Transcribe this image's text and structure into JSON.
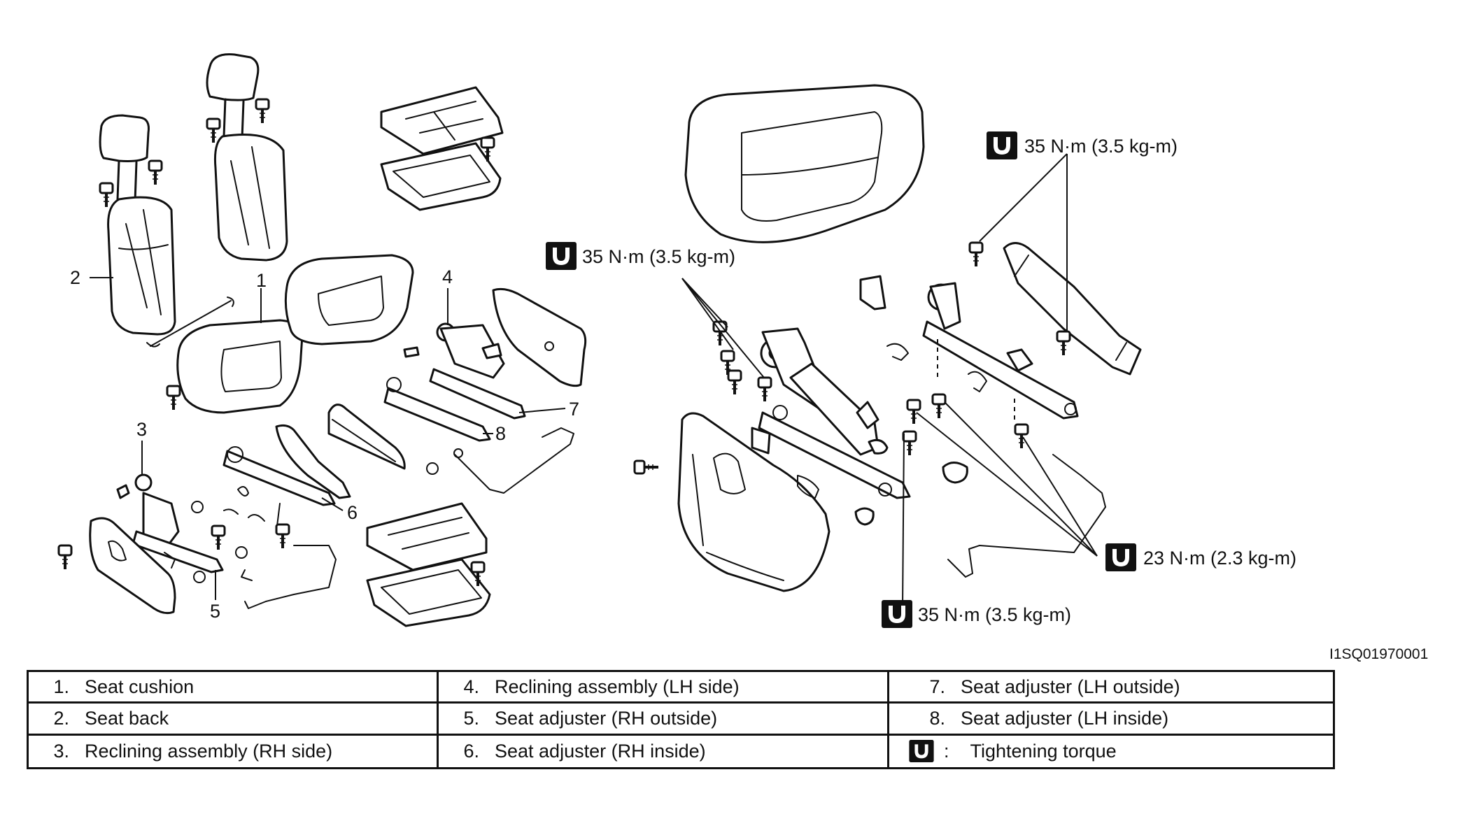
{
  "diagram": {
    "callouts": [
      "1",
      "2",
      "3",
      "4",
      "5",
      "6",
      "7",
      "8"
    ],
    "torques": [
      "35 N·m (3.5 kg-m)",
      "35 N·m (3.5 kg-m)",
      "35 N·m (3.5 kg-m)",
      "23 N·m (2.3 kg-m)"
    ],
    "figure_code": "I1SQ01970001",
    "icon_names": [
      "torque-wrench-icon"
    ]
  },
  "legend": [
    {
      "num": "1.",
      "text": "Seat cushion"
    },
    {
      "num": "4.",
      "text": "Reclining assembly (LH side)"
    },
    {
      "num": "7.",
      "text": "Seat adjuster (LH outside)"
    },
    {
      "num": "2.",
      "text": "Seat back"
    },
    {
      "num": "5.",
      "text": "Seat adjuster (RH outside)"
    },
    {
      "num": "8.",
      "text": "Seat adjuster (LH inside)"
    },
    {
      "num": "3.",
      "text": "Reclining assembly (RH side)"
    },
    {
      "num": "6.",
      "text": "Seat adjuster (RH inside)"
    },
    {
      "num": ":",
      "text": "Tightening torque"
    }
  ]
}
